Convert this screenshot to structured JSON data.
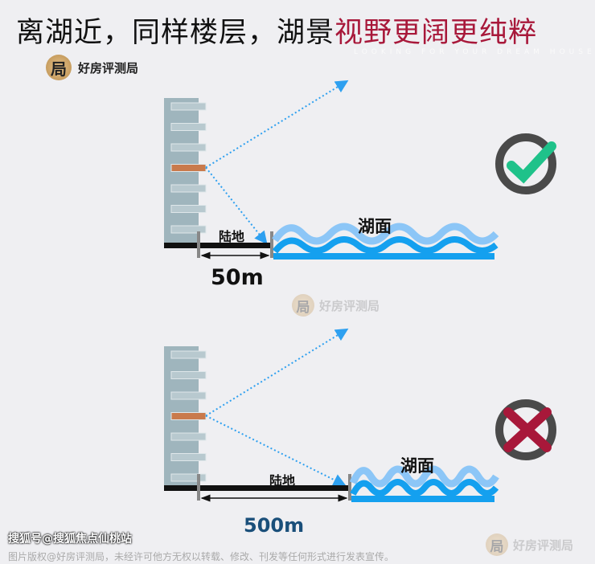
{
  "title": {
    "black": "离湖近，同样楼层，湖景",
    "highlight": "视野更阔更纯粹",
    "subtitle": "LOOKING FOR YOUR DREAM HOUSE"
  },
  "brand": {
    "logo_char": "局",
    "name": "好房评测局"
  },
  "top": {
    "land_label": "陆地",
    "lake_label": "湖面",
    "distance": "50m",
    "verdict": "check"
  },
  "bottom": {
    "land_label": "陆地",
    "lake_label": "湖面",
    "distance": "500m",
    "verdict": "cross"
  },
  "colors": {
    "check": "#1fc28a",
    "cross": "#a8183a",
    "ring": "#4a4a4a",
    "highlight": "#a8183a",
    "distance_bottom": "#1a4f7a"
  },
  "footer": {
    "source": "搜狐号@搜狐焦点仙桃站",
    "copyright": "图片版权@好房评测局，未经许可他方无权以转载、修改、刊发等任何形式进行发表宣传。"
  }
}
